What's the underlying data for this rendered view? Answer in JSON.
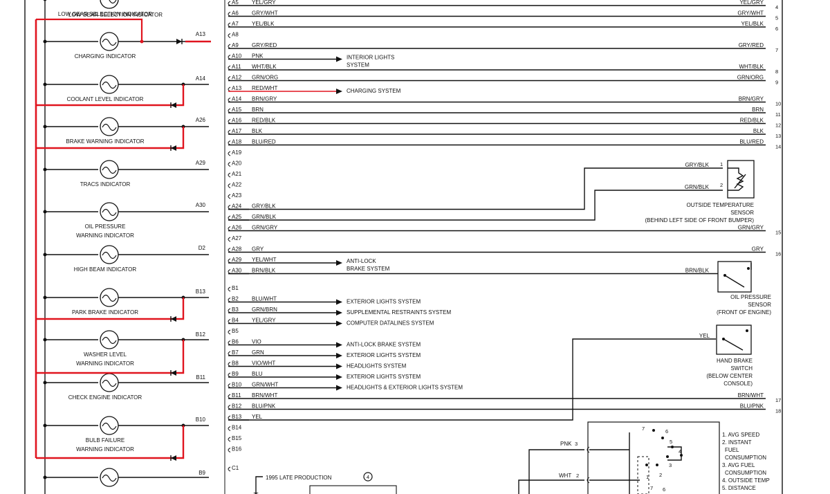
{
  "colors": {
    "ink": "#111111",
    "highlight": "#e0141e",
    "paper": "#ffffff"
  },
  "indicators": [
    {
      "name": "LOW GEAR SELECTION INDICATOR",
      "lines": [
        "LOW GEAR SELECTION INDICATOR"
      ],
      "pin": "",
      "highlighted": false
    },
    {
      "name": "CHARGING INDICATOR",
      "lines": [
        "CHARGING INDICATOR"
      ],
      "pin": "A13",
      "highlighted": true
    },
    {
      "name": "COOLANT LEVEL INDICATOR",
      "lines": [
        "COOLANT LEVEL INDICATOR"
      ],
      "pin": "A14",
      "highlighted": true
    },
    {
      "name": "BRAKE WARNING INDICATOR",
      "lines": [
        "BRAKE WARNING INDICATOR"
      ],
      "pin": "A26",
      "highlighted": true
    },
    {
      "name": "TRACS INDICATOR",
      "lines": [
        "TRACS INDICATOR"
      ],
      "pin": "A29",
      "highlighted": false
    },
    {
      "name": "OIL PRESSURE WARNING INDICATOR",
      "lines": [
        "OIL PRESSURE",
        "WARNING INDICATOR"
      ],
      "pin": "A30",
      "highlighted": false
    },
    {
      "name": "HIGH BEAM INDICATOR",
      "lines": [
        "HIGH BEAM INDICATOR"
      ],
      "pin": "D2",
      "highlighted": false
    },
    {
      "name": "PARK BRAKE INDICATOR",
      "lines": [
        "PARK BRAKE INDICATOR"
      ],
      "pin": "B13",
      "highlighted": true
    },
    {
      "name": "WASHER LEVEL WARNING INDICATOR",
      "lines": [
        "WASHER LEVEL",
        "WARNING INDICATOR"
      ],
      "pin": "B12",
      "highlighted": true
    },
    {
      "name": "CHECK ENGINE INDICATOR",
      "lines": [
        "CHECK ENGINE INDICATOR"
      ],
      "pin": "B11",
      "highlighted": false
    },
    {
      "name": "BULB FAILURE WARNING INDICATOR",
      "lines": [
        "BULB FAILURE",
        "WARNING INDICATOR"
      ],
      "pin": "B10",
      "highlighted": true
    },
    {
      "name": "",
      "lines": [],
      "pin": "B9",
      "highlighted": false
    }
  ],
  "connector_pins": [
    {
      "pin": "A5",
      "wire": "YEL/GRY",
      "dest": "",
      "right_wire": "YEL/GRY",
      "num": "4",
      "highlighted": false
    },
    {
      "pin": "A6",
      "wire": "GRY/WHT",
      "dest": "",
      "right_wire": "GRY/WHT",
      "num": "5",
      "highlighted": false
    },
    {
      "pin": "A7",
      "wire": "YEL/BLK",
      "dest": "",
      "right_wire": "YEL/BLK",
      "num": "6",
      "highlighted": false
    },
    {
      "pin": "A8",
      "wire": "",
      "dest": "",
      "right_wire": "",
      "num": "",
      "highlighted": false
    },
    {
      "pin": "A9",
      "wire": "GRY/RED",
      "dest": "",
      "right_wire": "GRY/RED",
      "num": "7",
      "highlighted": false
    },
    {
      "pin": "A10",
      "wire": "PNK",
      "dest": "INTERIOR LIGHTS SYSTEM",
      "dest_lines": [
        "INTERIOR LIGHTS",
        "SYSTEM"
      ],
      "right_wire": "",
      "num": "",
      "highlighted": false
    },
    {
      "pin": "A11",
      "wire": "WHT/BLK",
      "dest": "",
      "right_wire": "WHT/BLK",
      "num": "8",
      "highlighted": false
    },
    {
      "pin": "A12",
      "wire": "GRN/ORG",
      "dest": "",
      "right_wire": "GRN/ORG",
      "num": "9",
      "highlighted": false
    },
    {
      "pin": "A13",
      "wire": "RED/WHT",
      "dest": "CHARGING SYSTEM",
      "dest_lines": [
        "CHARGING SYSTEM"
      ],
      "right_wire": "",
      "num": "",
      "highlighted": true
    },
    {
      "pin": "A14",
      "wire": "BRN/GRY",
      "dest": "",
      "right_wire": "BRN/GRY",
      "num": "10",
      "highlighted": false
    },
    {
      "pin": "A15",
      "wire": "BRN",
      "dest": "",
      "right_wire": "BRN",
      "num": "11",
      "highlighted": false
    },
    {
      "pin": "A16",
      "wire": "RED/BLK",
      "dest": "",
      "right_wire": "RED/BLK",
      "num": "12",
      "highlighted": false
    },
    {
      "pin": "A17",
      "wire": "BLK",
      "dest": "",
      "right_wire": "BLK",
      "num": "13",
      "highlighted": false
    },
    {
      "pin": "A18",
      "wire": "BLU/RED",
      "dest": "",
      "right_wire": "BLU/RED",
      "num": "14",
      "highlighted": false
    },
    {
      "pin": "A19",
      "wire": "",
      "dest": "",
      "right_wire": "",
      "num": "",
      "highlighted": false
    },
    {
      "pin": "A20",
      "wire": "",
      "dest": "",
      "right_wire": "",
      "num": "",
      "highlighted": false
    },
    {
      "pin": "A21",
      "wire": "",
      "dest": "",
      "right_wire": "",
      "num": "",
      "highlighted": false
    },
    {
      "pin": "A22",
      "wire": "",
      "dest": "",
      "right_wire": "",
      "num": "",
      "highlighted": false
    },
    {
      "pin": "A23",
      "wire": "",
      "dest": "",
      "right_wire": "",
      "num": "",
      "highlighted": false
    },
    {
      "pin": "A24",
      "wire": "GRY/BLK",
      "dest": "",
      "right_wire": "",
      "num": "",
      "highlighted": false
    },
    {
      "pin": "A25",
      "wire": "GRN/BLK",
      "dest": "",
      "right_wire": "",
      "num": "",
      "highlighted": false
    },
    {
      "pin": "A26",
      "wire": "GRN/GRY",
      "dest": "",
      "right_wire": "GRN/GRY",
      "num": "15",
      "highlighted": false
    },
    {
      "pin": "A27",
      "wire": "",
      "dest": "",
      "right_wire": "",
      "num": "",
      "highlighted": false
    },
    {
      "pin": "A28",
      "wire": "GRY",
      "dest": "",
      "right_wire": "GRY",
      "num": "16",
      "highlighted": false
    },
    {
      "pin": "A29",
      "wire": "YEL/WHT",
      "dest": "ANTI-LOCK BRAKE SYSTEM",
      "dest_lines": [
        "ANTI-LOCK",
        "BRAKE SYSTEM"
      ],
      "right_wire": "",
      "num": "",
      "highlighted": false
    },
    {
      "pin": "A30",
      "wire": "BRN/BLK",
      "dest": "",
      "right_wire": "",
      "num": "",
      "highlighted": false
    },
    {
      "pin": "B1",
      "wire": "",
      "dest": "",
      "right_wire": "",
      "num": "",
      "highlighted": false
    },
    {
      "pin": "B2",
      "wire": "BLU/WHT",
      "dest": "EXTERIOR LIGHTS SYSTEM",
      "dest_lines": [
        "EXTERIOR LIGHTS SYSTEM"
      ],
      "right_wire": "",
      "num": "",
      "highlighted": false
    },
    {
      "pin": "B3",
      "wire": "GRN/BRN",
      "dest": "SUPPLEMENTAL RESTRAINTS SYSTEM",
      "dest_lines": [
        "SUPPLEMENTAL RESTRAINTS SYSTEM"
      ],
      "right_wire": "",
      "num": "",
      "highlighted": false
    },
    {
      "pin": "B4",
      "wire": "YEL/GRY",
      "dest": "COMPUTER DATALINES SYSTEM",
      "dest_lines": [
        "COMPUTER DATALINES SYSTEM"
      ],
      "right_wire": "",
      "num": "",
      "highlighted": false
    },
    {
      "pin": "B5",
      "wire": "",
      "dest": "",
      "right_wire": "",
      "num": "",
      "highlighted": false
    },
    {
      "pin": "B6",
      "wire": "VIO",
      "dest": "ANTI-LOCK BRAKE SYSTEM",
      "dest_lines": [
        "ANTI-LOCK BRAKE SYSTEM"
      ],
      "right_wire": "",
      "num": "",
      "highlighted": false
    },
    {
      "pin": "B7",
      "wire": "GRN",
      "dest": "EXTERIOR LIGHTS SYSTEM",
      "dest_lines": [
        "EXTERIOR LIGHTS SYSTEM"
      ],
      "right_wire": "",
      "num": "",
      "highlighted": false
    },
    {
      "pin": "B8",
      "wire": "VIO/WHT",
      "dest": "HEADLIGHTS SYSTEM",
      "dest_lines": [
        "HEADLIGHTS SYSTEM"
      ],
      "right_wire": "",
      "num": "",
      "highlighted": false
    },
    {
      "pin": "B9",
      "wire": "BLU",
      "dest": "EXTERIOR LIGHTS SYSTEM",
      "dest_lines": [
        "EXTERIOR LIGHTS SYSTEM"
      ],
      "right_wire": "",
      "num": "",
      "highlighted": false
    },
    {
      "pin": "B10",
      "wire": "GRN/WHT",
      "dest": "HEADLIGHTS & EXTERIOR LIGHTS SYSTEM",
      "dest_lines": [
        "HEADLIGHTS & EXTERIOR LIGHTS SYSTEM"
      ],
      "right_wire": "",
      "num": "",
      "highlighted": false
    },
    {
      "pin": "B11",
      "wire": "BRN/WHT",
      "dest": "",
      "right_wire": "BRN/WHT",
      "num": "17",
      "highlighted": false
    },
    {
      "pin": "B12",
      "wire": "BLU/PNK",
      "dest": "",
      "right_wire": "BLU/PNK",
      "num": "18",
      "highlighted": false
    },
    {
      "pin": "B13",
      "wire": "YEL",
      "dest": "",
      "right_wire": "",
      "num": "",
      "highlighted": false
    },
    {
      "pin": "B14",
      "wire": "",
      "dest": "",
      "right_wire": "",
      "num": "",
      "highlighted": false
    },
    {
      "pin": "B15",
      "wire": "",
      "dest": "",
      "right_wire": "",
      "num": "",
      "highlighted": false
    },
    {
      "pin": "B16",
      "wire": "",
      "dest": "",
      "right_wire": "",
      "num": "",
      "highlighted": false
    },
    {
      "pin": "C1",
      "wire": "",
      "dest": "",
      "right_wire": "",
      "num": "",
      "highlighted": false
    }
  ],
  "components": {
    "temp_sensor": {
      "wire1": "GRY/BLK",
      "pin1": "1",
      "wire2": "GRN/BLK",
      "pin2": "2",
      "label_lines": [
        "OUTSIDE TEMPERATURE",
        "SENSOR",
        "(BEHIND LEFT SIDE OF FRONT BUMPER)"
      ]
    },
    "oil_sensor": {
      "wire": "BRN/BLK",
      "label_lines": [
        "OIL PRESSURE",
        "SENSOR",
        "(FRONT OF ENGINE)"
      ]
    },
    "hand_brake": {
      "wire": "YEL",
      "label_lines": [
        "HAND BRAKE",
        "SWITCH",
        "(BELOW CENTER",
        "CONSOLE)"
      ]
    },
    "selector": {
      "wire_a": "PNK",
      "pin_a": "3",
      "wire_b": "WHT",
      "pin_b": "2",
      "contact_numbers": [
        "7",
        "6",
        "5",
        "4",
        "1",
        "2",
        "3",
        "7",
        "6"
      ],
      "legend": [
        "1. AVG SPEED",
        "2. INSTANT",
        "FUEL",
        "CONSUMPTION",
        "3. AVG FUEL",
        "CONSUMPTION",
        "4. OUTSIDE TEMP",
        "5. DISTANCE"
      ]
    },
    "note": {
      "text": "1995 LATE PRODUCTION",
      "ref": "4"
    }
  }
}
